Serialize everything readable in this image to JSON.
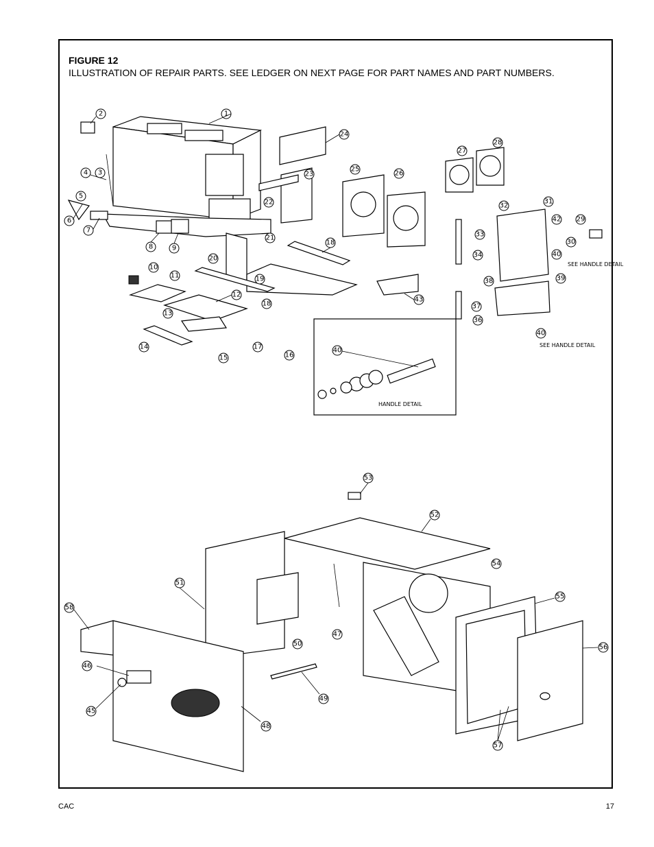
{
  "figure": {
    "title": "FIGURE 12",
    "caption": "ILLUSTRATION OF REPAIR PARTS.  SEE LEDGER ON NEXT PAGE FOR PART NAMES AND PART NUMBERS."
  },
  "callouts": [
    "1",
    "2",
    "3",
    "4",
    "5",
    "6",
    "7",
    "8",
    "9",
    "10",
    "11",
    "12",
    "13",
    "14",
    "15",
    "16",
    "17",
    "18",
    "18",
    "19",
    "20",
    "21",
    "22",
    "23",
    "24",
    "25",
    "26",
    "27",
    "28",
    "29",
    "30",
    "31",
    "32",
    "33",
    "34",
    "36",
    "37",
    "38",
    "39",
    "40",
    "40",
    "40",
    "40",
    "42",
    "43",
    "45",
    "46",
    "47",
    "48",
    "49",
    "50",
    "51",
    "52",
    "53",
    "54",
    "55",
    "56",
    "57",
    "58"
  ],
  "labels": {
    "handle_detail": "HANDLE DETAIL",
    "see_handle_detail_1": "SEE HANDLE DETAIL",
    "see_handle_detail_2": "SEE HANDLE DETAIL"
  },
  "footer": {
    "left": "CAC",
    "right": "17"
  }
}
